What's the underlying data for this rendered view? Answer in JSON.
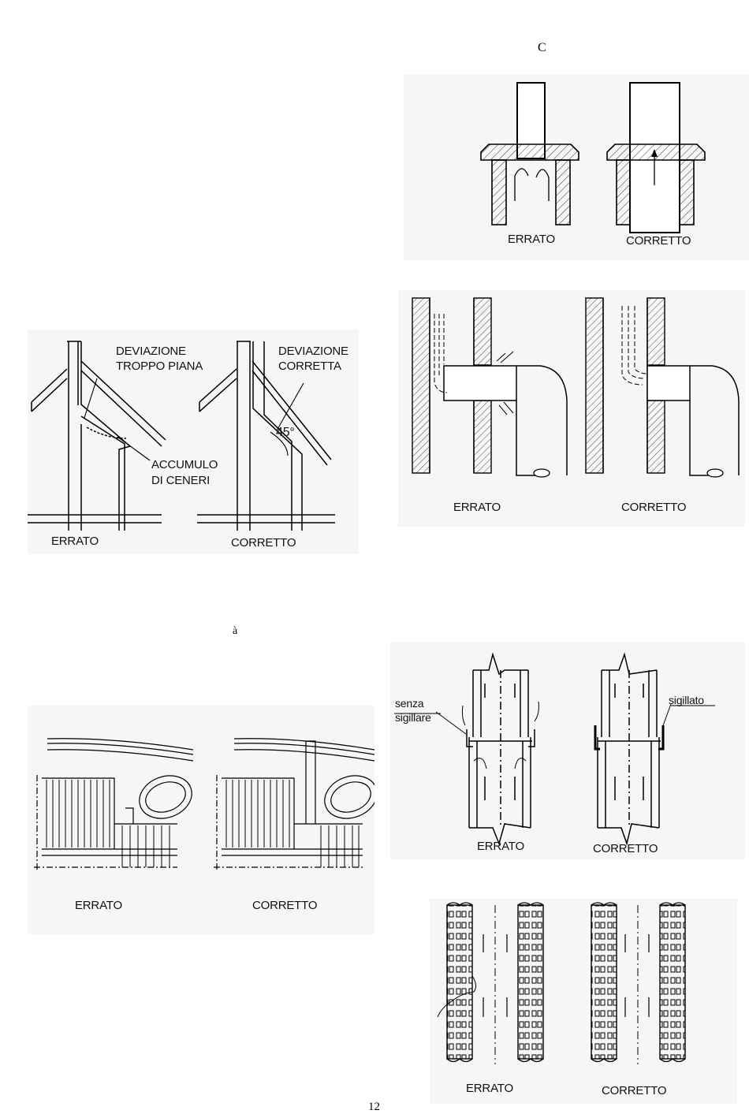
{
  "page": {
    "marker_c": "C",
    "marker_a": "à",
    "page_number": "12"
  },
  "fig_cap": {
    "wrong": "ERRATO",
    "right": "CORRETTO"
  },
  "fig_bend": {
    "wrong": "ERRATO",
    "right": "CORRETTO",
    "dev_flat": "DEVIAZIONE\nTROPPO PIANA",
    "dev_ok": "DEVIAZIONE\nCORRETTA",
    "ash": "ACCUMULO\nDI CENERI",
    "angle": "45°"
  },
  "fig_wall": {
    "wrong": "ERRATO",
    "right": "CORRETTO"
  },
  "fig_roof": {
    "wrong": "ERRATO",
    "right": "CORRETTO"
  },
  "fig_seal": {
    "wrong": "ERRATO",
    "right": "CORRETTO",
    "unsealed": "senza\nsigillare",
    "sealed": "sigillato"
  },
  "fig_block": {
    "wrong": "ERRATO",
    "right": "CORRETTO"
  }
}
